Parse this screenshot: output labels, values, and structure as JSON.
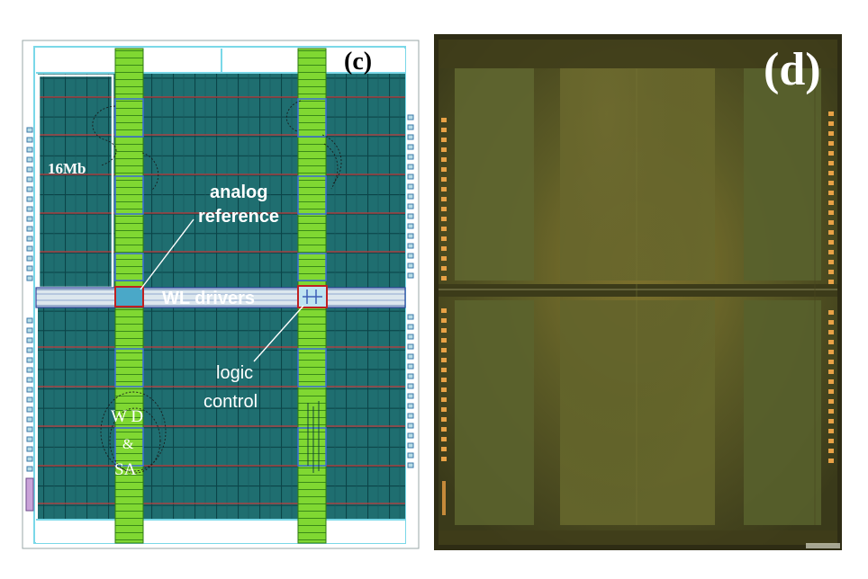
{
  "panel_c": {
    "label": "(c)",
    "block_label": "16Mb",
    "analog_reference_line1": "analog",
    "analog_reference_line2": "reference",
    "wl_drivers": "WL drivers",
    "logic_control_line1": "logic",
    "logic_control_line2": "control",
    "wd_line1": "W D",
    "wd_line2": "&",
    "wd_line3": "SA"
  },
  "panel_d": {
    "label": "(d)"
  },
  "colors": {
    "array_teal": "#1f6f6f",
    "grid_line": "#0d4d52",
    "green_column": "#7fd42a",
    "cyan_outline": "#7ad8e8",
    "red_line": "#c03030",
    "die_dark": "#3c3a18",
    "die_light": "#6b6a2c",
    "pad_orange": "#e8a040"
  }
}
